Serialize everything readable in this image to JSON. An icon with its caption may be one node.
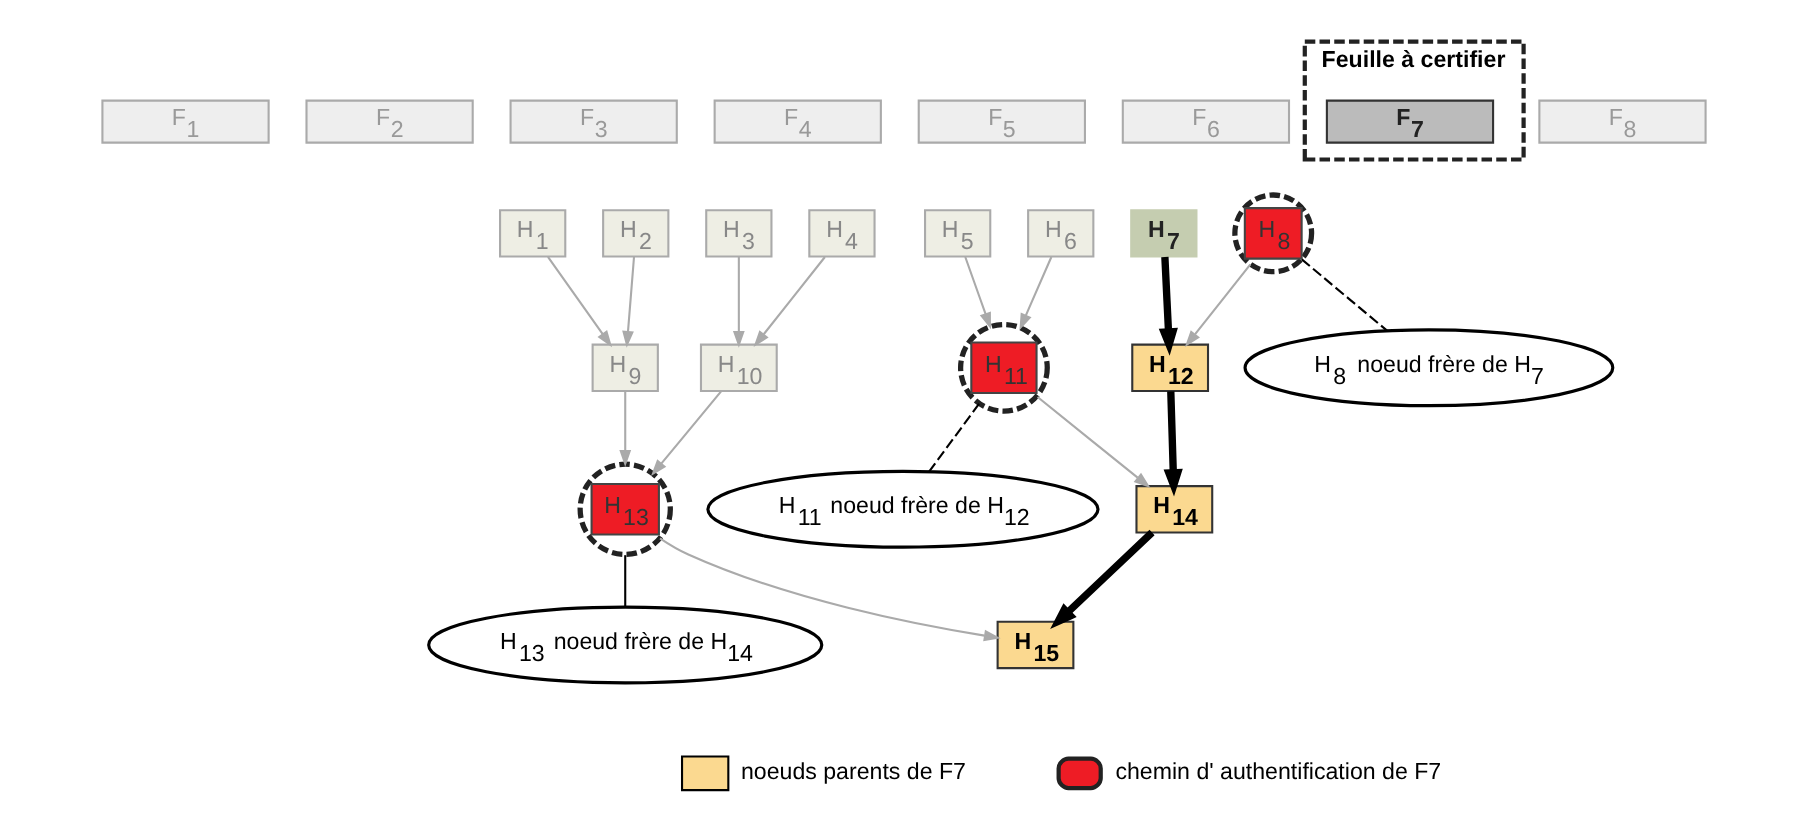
{
  "diagram": {
    "nodes": [
      {
        "text": [
          "Feuille à certifier"
        ]
      },
      {
        "text": [
          "F$_{1}$"
        ]
      },
      {
        "text": [
          "F$_{2}$"
        ]
      },
      {
        "text": [
          "F$_{3}$"
        ]
      },
      {
        "text": [
          "F$_{4}$"
        ]
      },
      {
        "text": [
          "F$_{5}$"
        ]
      },
      {
        "text": [
          "F$_{6}$"
        ]
      },
      {
        "text": [
          "F$_{7}$"
        ],
        "in": 0
      },
      {
        "text": [
          "F$_{8}$"
        ]
      },
      {
        "text": [
          "H$_{1}$"
        ]
      },
      {
        "text": [
          "H$_{2}$"
        ]
      },
      {
        "text": [
          "H$_{3}$"
        ]
      },
      {
        "text": [
          "H$_{4}$"
        ]
      },
      {
        "text": [
          "H$_{5}$"
        ]
      },
      {
        "text": [
          "H$_{6}$"
        ]
      },
      {
        "text": [
          "H$_{7}$"
        ]
      },
      {
        "text": [
          "H$_{8}$"
        ]
      },
      {
        "text": [
          "H$_{9}$"
        ]
      },
      {
        "text": [
          "H$_{10}$"
        ]
      },
      {
        "text": [
          "H$_{11}$"
        ]
      },
      {
        "text": [
          "H$_{12}$"
        ]
      },
      {
        "text": [
          "H$_{13}$"
        ]
      },
      {
        "text": [
          "H$_{14}$"
        ]
      },
      {
        "text": [
          "H$_{15}$"
        ]
      },
      {
        "text": [
          "H$_{8}$ noeud frère de H$_{7}$"
        ]
      },
      {
        "text": [
          "H$_{13}$ noeud frère de H$_{14}$"
        ]
      },
      {
        "text": [
          "H$_{11}$ noeud frère de H$_{12}$"
        ]
      }
    ],
    "edges": [
      {
        "from": 9,
        "to": 17,
        "arrow": "to"
      },
      {
        "from": 10,
        "to": 17,
        "arrow": "to"
      },
      {
        "from": 11,
        "to": 18,
        "arrow": "to"
      },
      {
        "from": 12,
        "to": 18,
        "arrow": "to"
      },
      {
        "from": 13,
        "to": 19,
        "arrow": "to"
      },
      {
        "from": 14,
        "to": 19,
        "arrow": "to"
      },
      {
        "from": 15,
        "to": 20,
        "arrow": "to",
        "style": "thick",
        "color": "#000000"
      },
      {
        "from": 16,
        "to": 20,
        "arrow": "to"
      },
      {
        "from": 17,
        "to": 21,
        "arrow": "to"
      },
      {
        "from": 18,
        "to": 21,
        "arrow": "to"
      },
      {
        "from": 19,
        "to": 22,
        "arrow": "to"
      },
      {
        "from": 20,
        "to": 22,
        "arrow": "to",
        "style": "thick",
        "color": "#000000"
      },
      {
        "from": 21,
        "to": 23,
        "arrow": "to"
      },
      {
        "from": 22,
        "to": 23,
        "arrow": "to",
        "style": "thick",
        "color": "#000000"
      },
      {
        "from": 16,
        "to": 24,
        "arrow": "none",
        "style": "dashed",
        "color": "#000000"
      },
      {
        "from": 21,
        "to": 25,
        "arrow": "none",
        "color": "#000000"
      },
      {
        "from": 19,
        "to": 26,
        "arrow": "none",
        "style": "dashed",
        "color": "#000000"
      }
    ],
    "legend": [
      {
        "text": "noeuds parents de F7",
        "color": "#fbd990"
      },
      {
        "text": "chemin d' authentification de F7"
      }
    ]
  }
}
